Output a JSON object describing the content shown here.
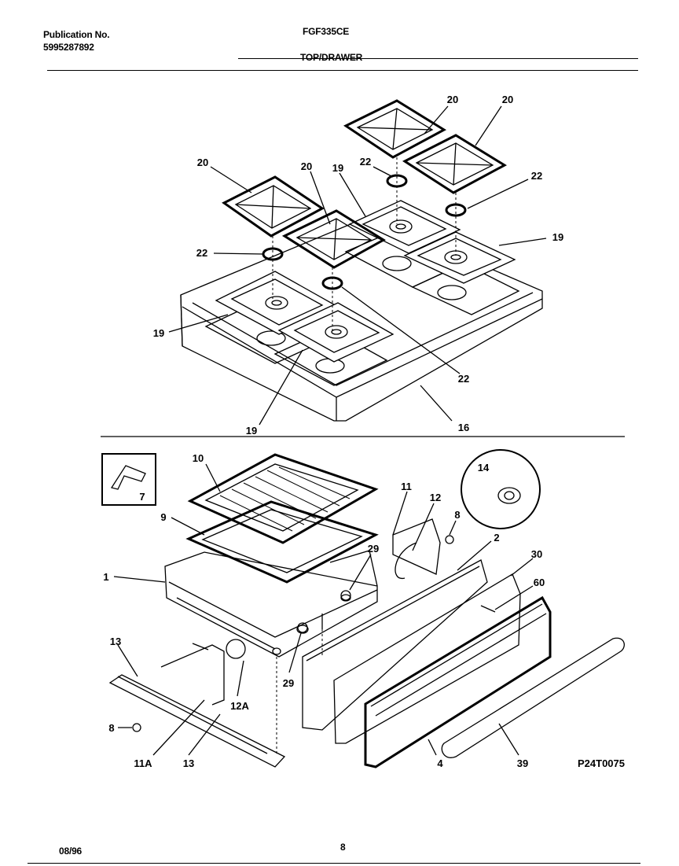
{
  "header": {
    "publication_label": "Publication No.",
    "publication_number": "5995287892",
    "model": "FGF335CE",
    "section": "TOP/DRAWER"
  },
  "footer": {
    "date": "08/96",
    "page": "8"
  },
  "diagram": {
    "figure_id": "P24T0075",
    "callouts": {
      "c1": "1",
      "c2": "2",
      "c4": "4",
      "c7": "7",
      "c8a": "8",
      "c8b": "8",
      "c9": "9",
      "c10": "10",
      "c11": "11",
      "c11A": "11A",
      "c12": "12",
      "c12A": "12A",
      "c13a": "13",
      "c13b": "13",
      "c14": "14",
      "c16": "16",
      "c19a": "19",
      "c19b": "19",
      "c19c": "19",
      "c19d": "19",
      "c20a": "20",
      "c20b": "20",
      "c20c": "20",
      "c20d": "20",
      "c22a": "22",
      "c22b": "22",
      "c22c": "22",
      "c22d": "22",
      "c29a": "29",
      "c29b": "29",
      "c30": "30",
      "c39": "39",
      "c60": "60"
    }
  }
}
